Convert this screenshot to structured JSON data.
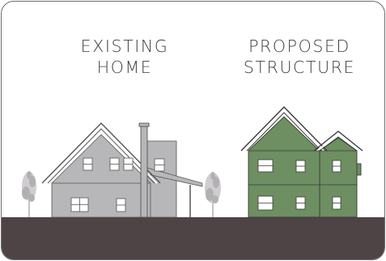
{
  "labels": {
    "existing": {
      "line1": "EXISTING",
      "line2": "HOME"
    },
    "proposed": {
      "line1": "PROPOSED",
      "line2": "STRUCTURE"
    }
  },
  "colors": {
    "background": "#ffffff",
    "border": "#6f6f6f",
    "ground": "#4e4345",
    "existing_siding": "#b7b6b8",
    "proposed_siding": "#6d8f61",
    "outline": "#3a3a3a",
    "window": "#ffffff",
    "tree": "#bdbbbd"
  }
}
